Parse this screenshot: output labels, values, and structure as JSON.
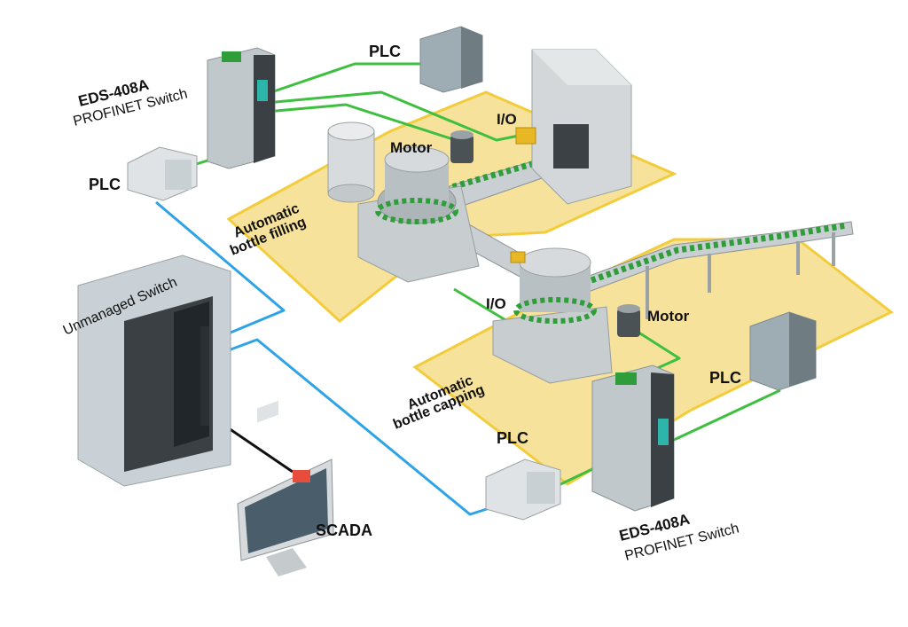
{
  "labels": {
    "switch_top_model": "EDS-408A",
    "switch_top_sub": "PROFINET Switch",
    "plc_top_center": "PLC",
    "plc_top_left": "PLC",
    "io_top": "I/O",
    "motor_top": "Motor",
    "filling_line1": "Automatic",
    "filling_line2": "bottle filling",
    "unmanaged_switch": "Unmanaged Switch",
    "io_bottom": "I/O",
    "motor_bottom": "Motor",
    "capping_line1": "Automatic",
    "capping_line2": "bottle capping",
    "plc_right": "PLC",
    "plc_bottom": "PLC",
    "switch_bottom_model": "EDS-408A",
    "switch_bottom_sub": "PROFINET Switch",
    "scada": "SCADA"
  },
  "colors": {
    "profinet_link": "#3fbf3f",
    "ethernet_link": "#2ea3e6",
    "scada_link": "#111111",
    "zone_fill": "#f6de8a",
    "zone_edge": "#f0c419",
    "device_gray": "#a9b3b8",
    "switch_accent": "#2cb5a8",
    "bottle_green": "#2f9e3a"
  }
}
